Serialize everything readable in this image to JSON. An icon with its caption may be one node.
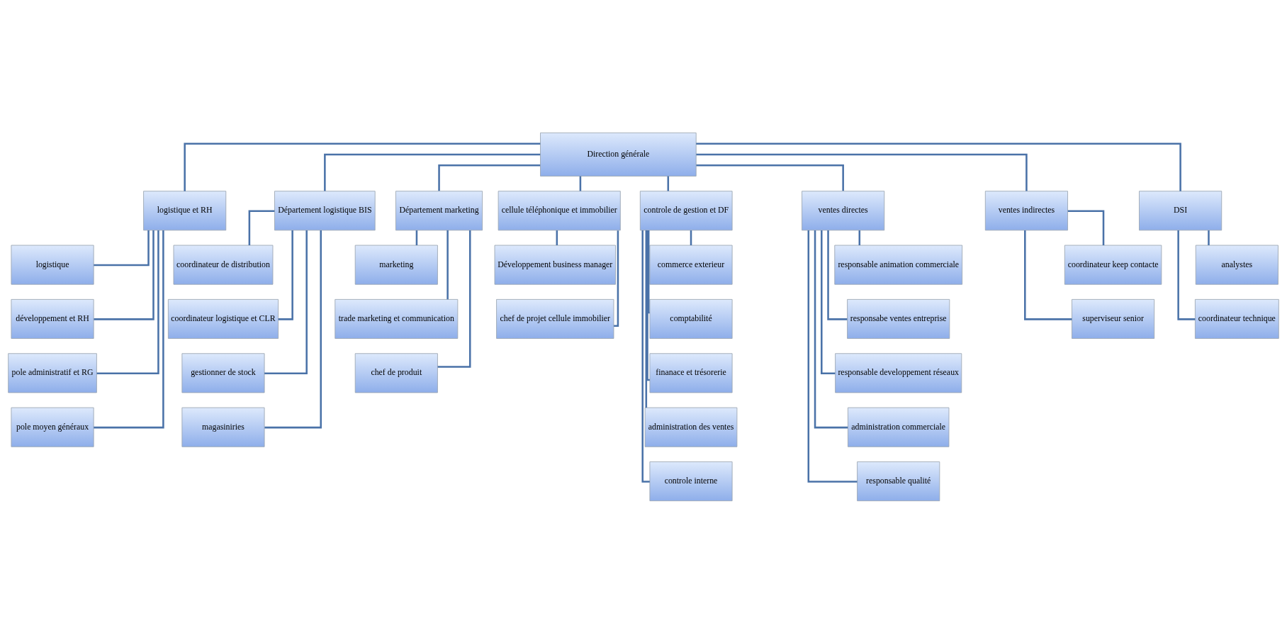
{
  "diagram": {
    "nodes": [
      {
        "text": [
          "Direction générale"
        ]
      },
      {
        "text": [
          "logistique et RH"
        ]
      },
      {
        "text": [
          "Département logistique BIS"
        ]
      },
      {
        "text": [
          "Département marketing"
        ]
      },
      {
        "text": [
          "cellule téléphonique et immobilier"
        ]
      },
      {
        "text": [
          "controle de gestion et DF"
        ]
      },
      {
        "text": [
          "ventes directes"
        ]
      },
      {
        "text": [
          "ventes indirectes"
        ]
      },
      {
        "text": [
          "DSI"
        ]
      },
      {
        "text": [
          "logistique"
        ]
      },
      {
        "text": [
          "développement et RH"
        ]
      },
      {
        "text": [
          "pole administratif et RG"
        ]
      },
      {
        "text": [
          "pole moyen généraux"
        ]
      },
      {
        "text": [
          "coordinateur de distribution"
        ]
      },
      {
        "text": [
          "coordinateur logistique et CLR"
        ]
      },
      {
        "text": [
          "gestionner de stock"
        ]
      },
      {
        "text": [
          "magasiniries"
        ]
      },
      {
        "text": [
          "marketing"
        ]
      },
      {
        "text": [
          "trade marketing et communication"
        ]
      },
      {
        "text": [
          "chef de produit"
        ]
      },
      {
        "text": [
          "Développement business manager"
        ]
      },
      {
        "text": [
          "chef de projet cellule immobilier"
        ]
      },
      {
        "text": [
          "commerce exterieur"
        ]
      },
      {
        "text": [
          "comptabilité"
        ]
      },
      {
        "text": [
          "finanace et trésorerie"
        ]
      },
      {
        "text": [
          "administration des ventes"
        ]
      },
      {
        "text": [
          "controle interne"
        ]
      },
      {
        "text": [
          "responsable animation commerciale"
        ]
      },
      {
        "text": [
          "responsabe ventes entreprise"
        ]
      },
      {
        "text": [
          "responsable developpement réseaux"
        ]
      },
      {
        "text": [
          "administration commerciale"
        ]
      },
      {
        "text": [
          "responsable qualité"
        ]
      },
      {
        "text": [
          "coordinateur keep contacte"
        ]
      },
      {
        "text": [
          "superviseur senior"
        ]
      },
      {
        "text": [
          "analystes"
        ]
      },
      {
        "text": [
          "coordinateur technique"
        ]
      }
    ],
    "edges": [
      {
        "from": 0,
        "to": 1,
        "arrow": "none"
      },
      {
        "from": 0,
        "to": 2,
        "arrow": "none"
      },
      {
        "from": 0,
        "to": 3,
        "arrow": "none"
      },
      {
        "from": 0,
        "to": 4,
        "arrow": "none"
      },
      {
        "from": 0,
        "to": 5,
        "arrow": "none"
      },
      {
        "from": 0,
        "to": 6,
        "arrow": "none"
      },
      {
        "from": 0,
        "to": 7,
        "arrow": "none"
      },
      {
        "from": 0,
        "to": 8,
        "arrow": "none"
      },
      {
        "from": 1,
        "to": 9,
        "arrow": "none"
      },
      {
        "from": 1,
        "to": 10,
        "arrow": "none"
      },
      {
        "from": 1,
        "to": 11,
        "arrow": "none"
      },
      {
        "from": 1,
        "to": 12,
        "arrow": "none"
      },
      {
        "from": 2,
        "to": 13,
        "arrow": "none"
      },
      {
        "from": 2,
        "to": 14,
        "arrow": "none"
      },
      {
        "from": 2,
        "to": 15,
        "arrow": "none"
      },
      {
        "from": 2,
        "to": 16,
        "arrow": "none"
      },
      {
        "from": 3,
        "to": 17,
        "arrow": "none"
      },
      {
        "from": 3,
        "to": 18,
        "arrow": "none"
      },
      {
        "from": 3,
        "to": 19,
        "arrow": "none"
      },
      {
        "from": 4,
        "to": 20,
        "arrow": "none"
      },
      {
        "from": 4,
        "to": 21,
        "arrow": "none"
      },
      {
        "from": 5,
        "to": 22,
        "arrow": "none"
      },
      {
        "from": 5,
        "to": 23,
        "arrow": "none"
      },
      {
        "from": 5,
        "to": 24,
        "arrow": "none"
      },
      {
        "from": 5,
        "to": 25,
        "arrow": "none"
      },
      {
        "from": 5,
        "to": 26,
        "arrow": "none"
      },
      {
        "from": 6,
        "to": 27,
        "arrow": "none"
      },
      {
        "from": 6,
        "to": 28,
        "arrow": "none"
      },
      {
        "from": 6,
        "to": 29,
        "arrow": "none"
      },
      {
        "from": 6,
        "to": 30,
        "arrow": "none"
      },
      {
        "from": 6,
        "to": 31,
        "arrow": "none"
      },
      {
        "from": 7,
        "to": 32,
        "arrow": "none"
      },
      {
        "from": 7,
        "to": 33,
        "arrow": "none"
      },
      {
        "from": 8,
        "to": 34,
        "arrow": "none"
      },
      {
        "from": 8,
        "to": 35,
        "arrow": "none"
      }
    ]
  }
}
